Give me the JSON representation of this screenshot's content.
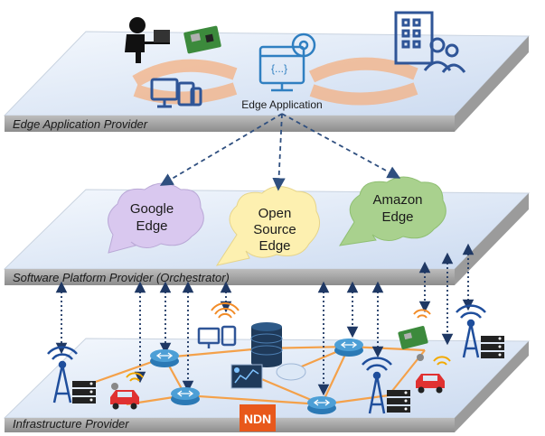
{
  "layers": {
    "application": {
      "label": "Edge Application Provider"
    },
    "platform": {
      "label": "Software Platform Provider (Orchestrator)"
    },
    "infrastructure": {
      "label": "Infrastructure Provider"
    }
  },
  "edge_application": {
    "label": "Edge Application"
  },
  "clouds": {
    "google": {
      "line1": "Google",
      "line2": "Edge",
      "line3": "",
      "color": "#d9c8ef"
    },
    "open_source": {
      "line1": "Open",
      "line2": "Source",
      "line3": "Edge",
      "color": "#fdf0b0"
    },
    "amazon": {
      "line1": "Amazon",
      "line2": "Edge",
      "line3": "",
      "color": "#a9d18e"
    }
  },
  "ndn": {
    "label": "NDN",
    "color": "#e8581b"
  },
  "colors": {
    "layer_top": "#dde7f5",
    "layer_edge": "#a6a6a6",
    "link": "#f4a14a",
    "router": "#4d9fd6",
    "icon_blue": "#2f5597",
    "tower_blue": "#1f4e9c"
  }
}
